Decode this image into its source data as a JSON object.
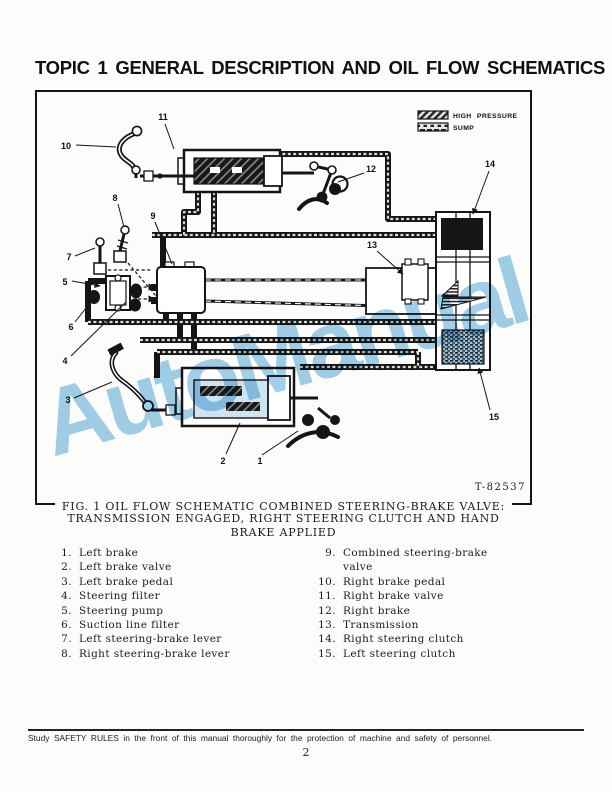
{
  "page": {
    "title": "TOPIC 1 GENERAL DESCRIPTION AND OIL FLOW SCHEMATICS",
    "footer_note": "Study SAFETY RULES in the front of this manual thoroughly for the protection of machine and safety of personnel.",
    "page_number": "2"
  },
  "figure": {
    "ref_code": "T-82537",
    "caption_line1": "FIG. 1  OIL FLOW SCHEMATIC COMBINED STEERING-BRAKE VALVE:",
    "caption_line2": "TRANSMISSION ENGAGED, RIGHT STEERING CLUTCH AND HAND",
    "caption_line3": "BRAKE APPLIED",
    "legend": [
      {
        "label": "HIGH PRESSURE",
        "swatch": "diagonal-hatch"
      },
      {
        "label": "SUMP",
        "swatch": "broken-dash-hatch"
      }
    ],
    "watermark": {
      "text": "AutoManual",
      "color": "#9fcfe9"
    },
    "callouts": [
      "1",
      "2",
      "3",
      "4",
      "5",
      "6",
      "7",
      "8",
      "9",
      "10",
      "11",
      "12",
      "13",
      "14",
      "15"
    ]
  },
  "parts_list": {
    "left": [
      {
        "num": "1.",
        "label": "Left brake"
      },
      {
        "num": "2.",
        "label": "Left brake valve"
      },
      {
        "num": "3.",
        "label": "Left brake pedal"
      },
      {
        "num": "4.",
        "label": "Steering filter"
      },
      {
        "num": "5.",
        "label": "Steering pump"
      },
      {
        "num": "6.",
        "label": "Suction line filter"
      },
      {
        "num": "7.",
        "label": "Left steering-brake lever"
      },
      {
        "num": "8.",
        "label": "Right steering-brake lever"
      }
    ],
    "right": [
      {
        "num": "9.",
        "label": "Combined steering-brake valve"
      },
      {
        "num": "10.",
        "label": "Right brake pedal"
      },
      {
        "num": "11.",
        "label": "Right brake valve"
      },
      {
        "num": "12.",
        "label": "Right brake"
      },
      {
        "num": "13.",
        "label": "Transmission"
      },
      {
        "num": "14.",
        "label": "Right steering clutch"
      },
      {
        "num": "15.",
        "label": "Left steering clutch"
      }
    ]
  },
  "colors": {
    "ink": "#151515",
    "watermark_blue": "#9fcfe9",
    "paper": "#fcfcfa"
  }
}
